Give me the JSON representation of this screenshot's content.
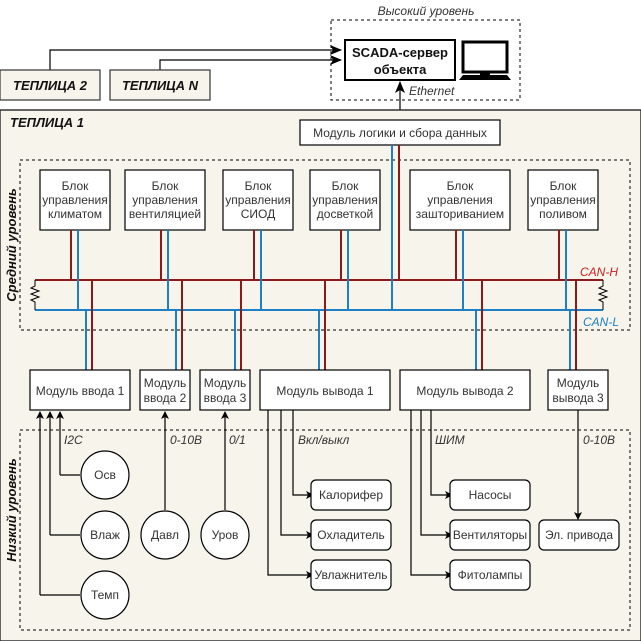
{
  "colors": {
    "can_h": "#8b1a1a",
    "can_l": "#1f7fc4",
    "greenhouse_bg": "#f7f4ec",
    "box_fill": "#ffffff",
    "line": "#000000"
  },
  "top": {
    "high_level_label": "Высокий уровень",
    "scada_server": [
      "SCADA-сервер",
      "объекта"
    ],
    "ethernet_label": "Ethernet",
    "monitor_icon": "monitor-icon",
    "other_greenhouses": [
      "ТЕПЛИЦА 2",
      "ТЕПЛИЦА N"
    ]
  },
  "greenhouse": {
    "title": "ТЕПЛИЦА  1",
    "logic_module": "Модуль логики и сбора данных",
    "middle_level_label": "Средний уровень",
    "low_level_label": "Низкий уровень",
    "bus": {
      "can_h": "CAN-H",
      "can_l": "CAN-L"
    },
    "control_blocks": [
      {
        "lines": [
          "Блок",
          "управления",
          "климатом"
        ]
      },
      {
        "lines": [
          "Блок",
          "управления",
          "вентиляцией"
        ]
      },
      {
        "lines": [
          "Блок",
          "управления",
          "СИОД"
        ]
      },
      {
        "lines": [
          "Блок",
          "управления",
          "досветкой"
        ]
      },
      {
        "lines": [
          "Блок",
          "управления",
          "зашториванием"
        ]
      },
      {
        "lines": [
          "Блок",
          "управления",
          "поливом"
        ]
      }
    ],
    "io_modules": [
      {
        "lines": [
          "Модуль ввода 1"
        ]
      },
      {
        "lines": [
          "Модуль",
          "ввода 2"
        ]
      },
      {
        "lines": [
          "Модуль",
          "ввода 3"
        ]
      },
      {
        "lines": [
          "Модуль вывода 1"
        ]
      },
      {
        "lines": [
          "Модуль вывода 2"
        ]
      },
      {
        "lines": [
          "Модуль",
          "вывода 3"
        ]
      }
    ],
    "signal_labels": [
      "I2C",
      "0-10В",
      "0/1",
      "Вкл/выкл",
      "ШИМ",
      "0-10В"
    ],
    "sensors": [
      "Осв",
      "Влаж",
      "Темп",
      "Давл",
      "Уров"
    ],
    "actuators": {
      "output1": [
        "Калорифер",
        "Охладитель",
        "Увлажнитель"
      ],
      "output2": [
        "Насосы",
        "Вентиляторы",
        "Фитолампы"
      ],
      "output3": [
        "Эл. привода"
      ]
    }
  }
}
